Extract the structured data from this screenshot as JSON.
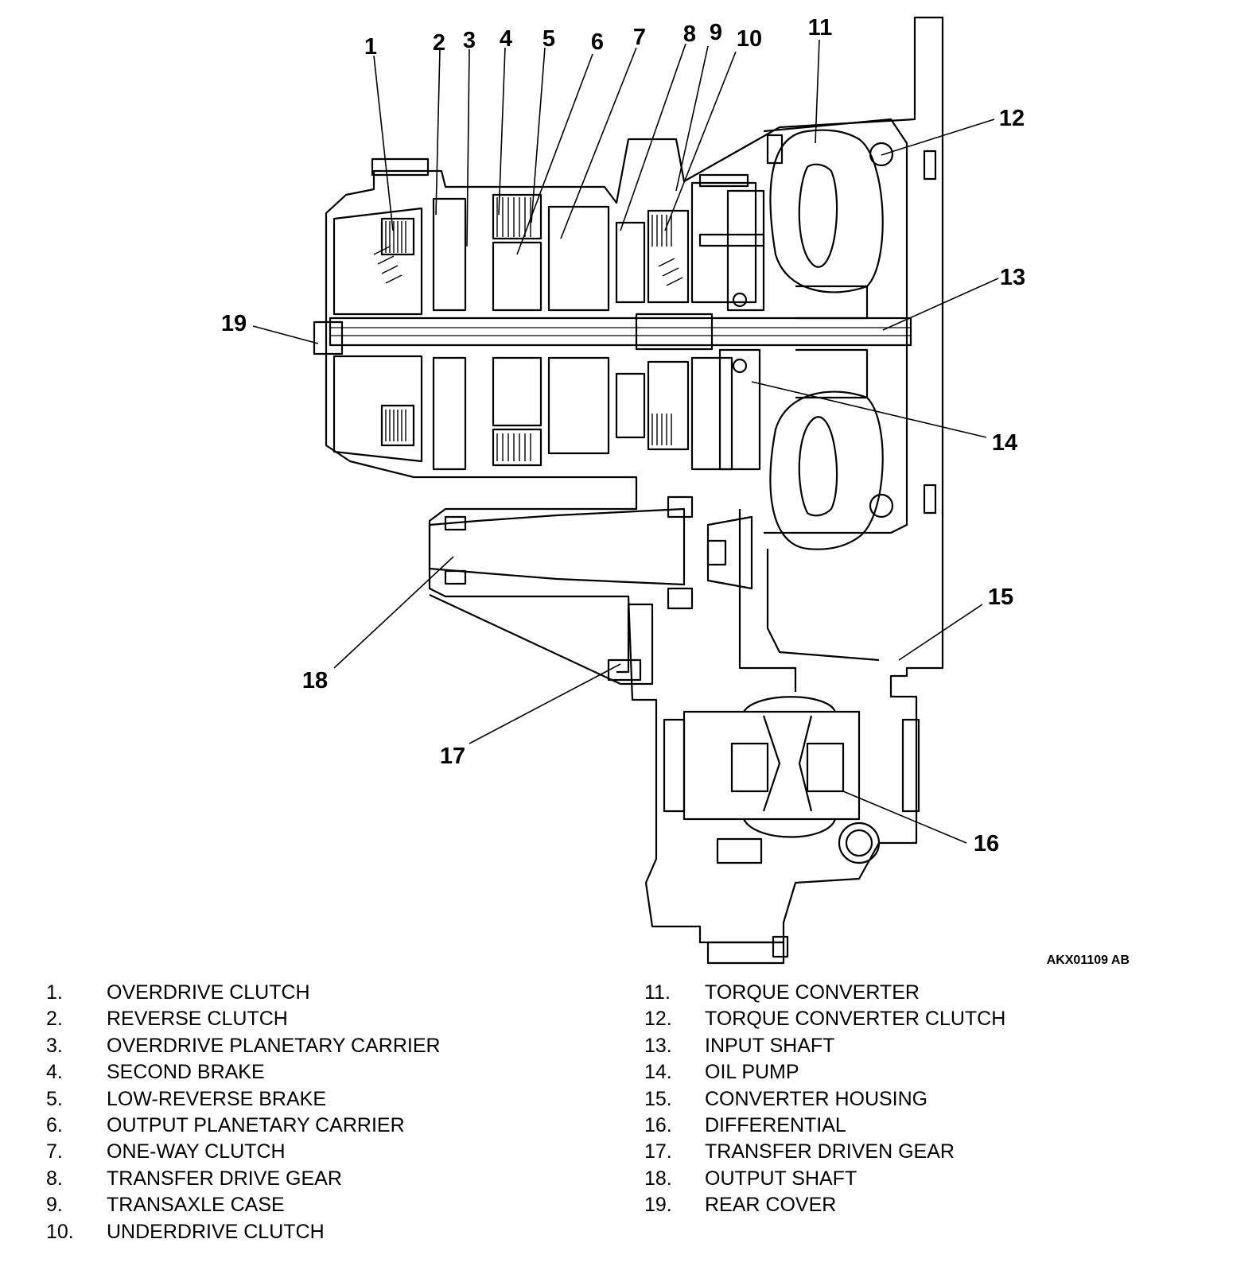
{
  "figure_id": "AKX01109 AB",
  "callouts": [
    "1",
    "2",
    "3",
    "4",
    "5",
    "6",
    "7",
    "8",
    "9",
    "10",
    "11",
    "12",
    "13",
    "14",
    "15",
    "16",
    "17",
    "18",
    "19"
  ],
  "legend_left": [
    {
      "num": "1.",
      "label": "OVERDRIVE CLUTCH"
    },
    {
      "num": "2.",
      "label": "REVERSE CLUTCH"
    },
    {
      "num": "3.",
      "label": "OVERDRIVE PLANETARY CARRIER"
    },
    {
      "num": "4.",
      "label": "SECOND BRAKE"
    },
    {
      "num": "5.",
      "label": "LOW-REVERSE BRAKE"
    },
    {
      "num": "6.",
      "label": "OUTPUT PLANETARY CARRIER"
    },
    {
      "num": "7.",
      "label": "ONE-WAY CLUTCH"
    },
    {
      "num": "8.",
      "label": "TRANSFER DRIVE GEAR"
    },
    {
      "num": "9.",
      "label": "TRANSAXLE CASE"
    },
    {
      "num": "10.",
      "label": "UNDERDRIVE CLUTCH"
    }
  ],
  "legend_right": [
    {
      "num": "11.",
      "label": "TORQUE CONVERTER"
    },
    {
      "num": "12.",
      "label": "TORQUE CONVERTER CLUTCH"
    },
    {
      "num": "13.",
      "label": "INPUT SHAFT"
    },
    {
      "num": "14.",
      "label": "OIL PUMP"
    },
    {
      "num": "15.",
      "label": "CONVERTER HOUSING"
    },
    {
      "num": "16.",
      "label": "DIFFERENTIAL"
    },
    {
      "num": "17.",
      "label": "TRANSFER DRIVEN GEAR"
    },
    {
      "num": "18.",
      "label": "OUTPUT SHAFT"
    },
    {
      "num": "19.",
      "label": "REAR COVER"
    }
  ]
}
